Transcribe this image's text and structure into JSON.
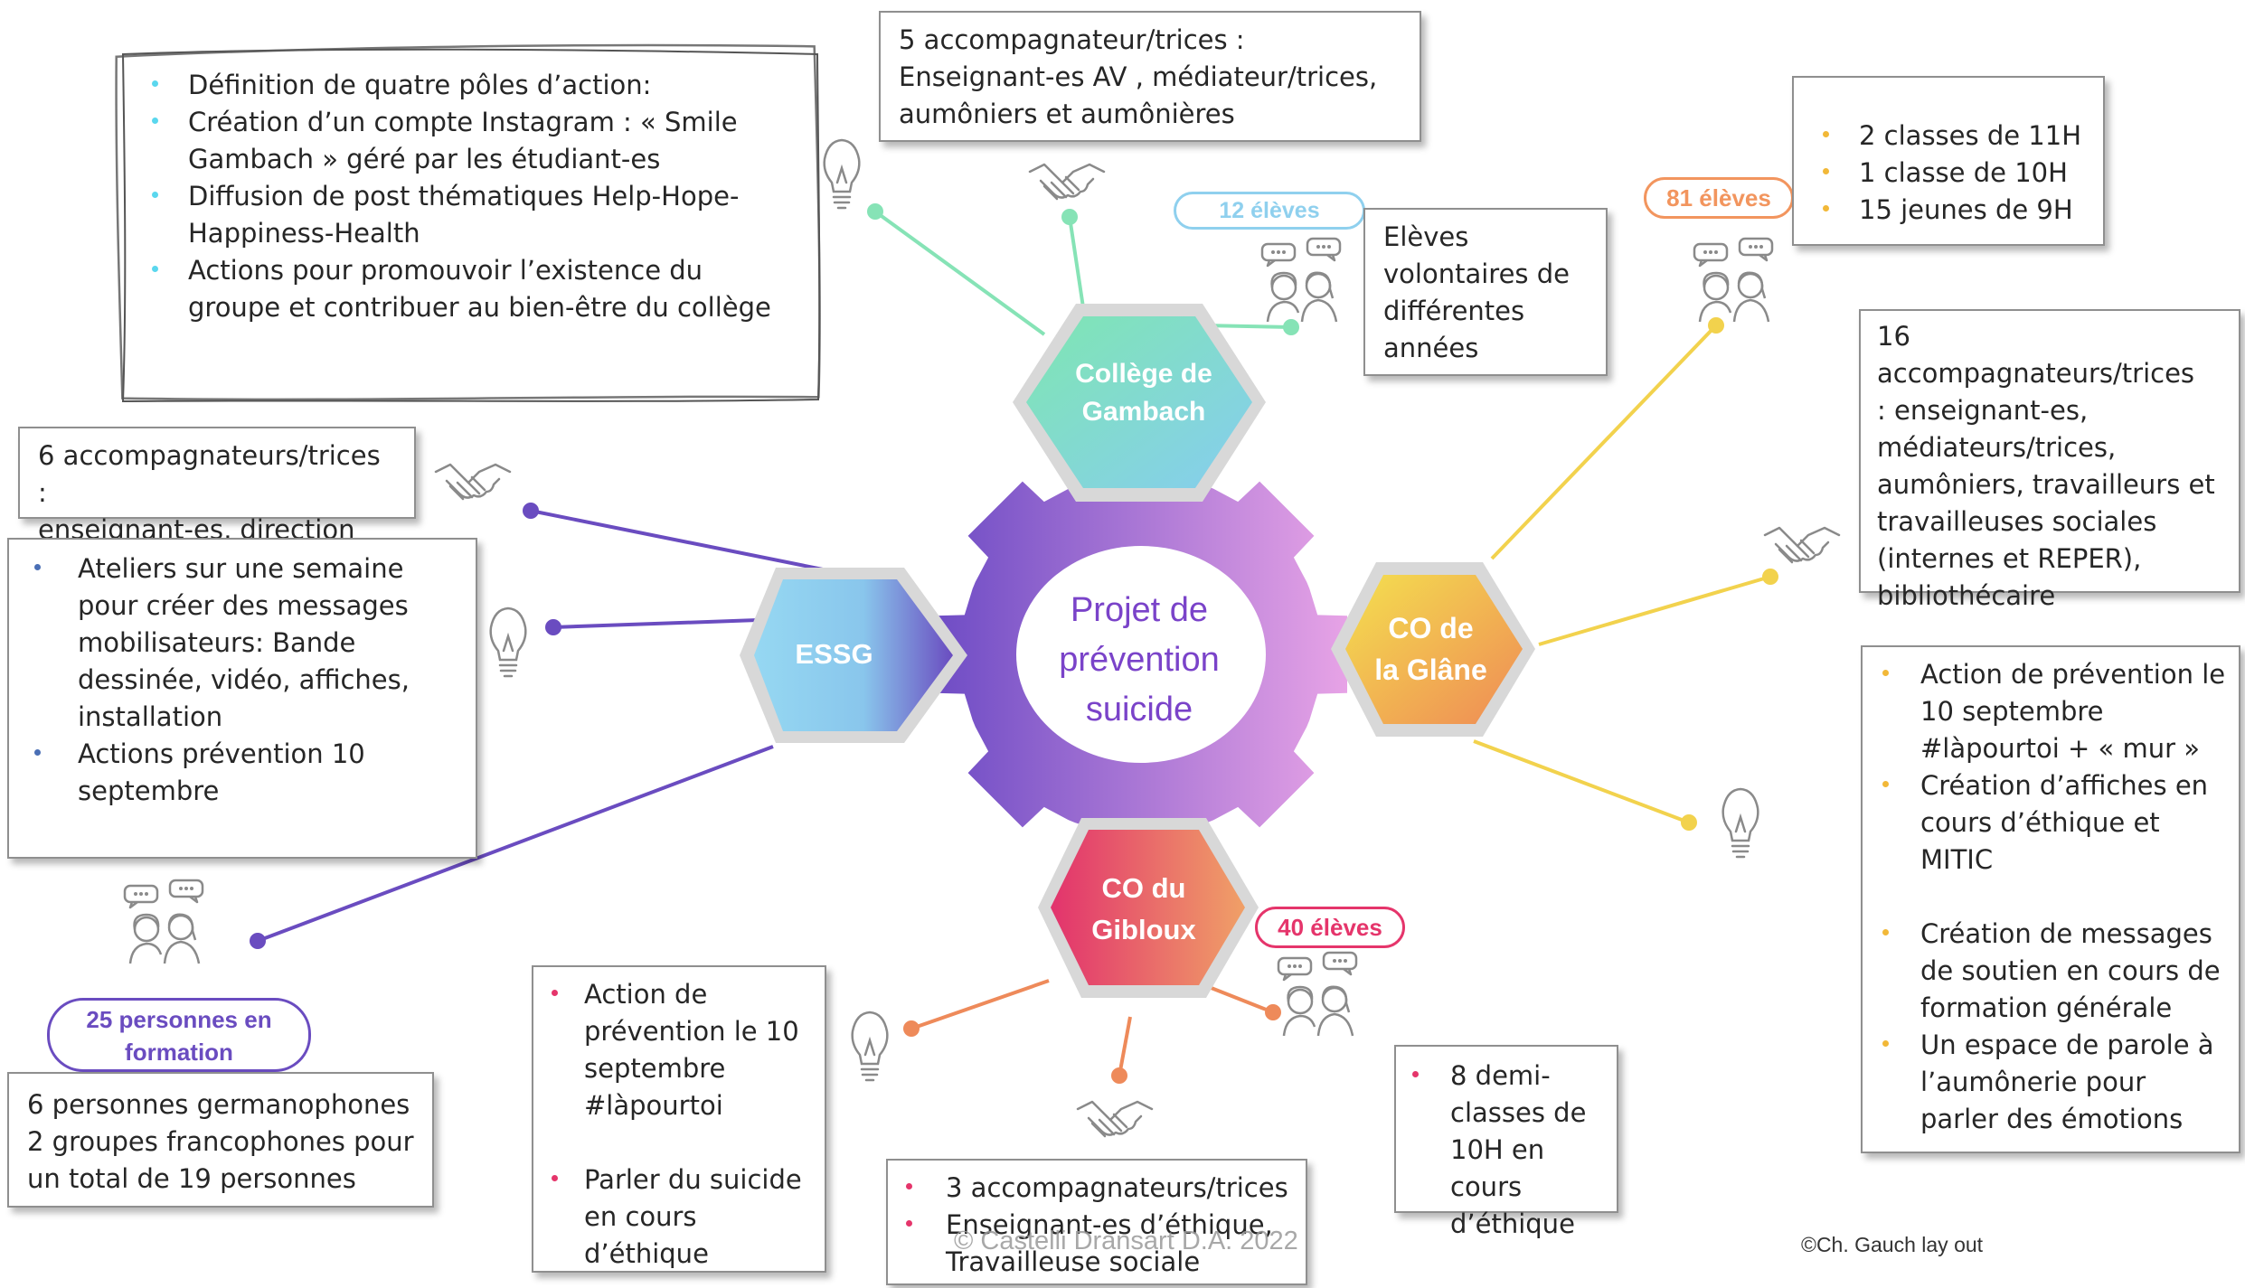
{
  "center": {
    "title_lines": [
      "Projet de",
      "prévention",
      "suicide"
    ]
  },
  "colors": {
    "gambach": "#72d6b3",
    "essg": "#6a4cc0",
    "glane": "#f2d24d",
    "gibloux": "#ee8a5a",
    "pill_blue": "#8fd0ee",
    "pill_orange": "#f2955e",
    "pill_pink": "#e5356b",
    "pill_purple": "#6a4cc0"
  },
  "hubs": {
    "gambach": {
      "label": [
        "Collège de",
        "Gambach"
      ]
    },
    "essg": {
      "label": [
        "ESSG"
      ]
    },
    "glane": {
      "label": [
        "CO de",
        "la Glâne"
      ]
    },
    "gibloux": {
      "label": [
        "CO du",
        "Gibloux"
      ]
    }
  },
  "gambach": {
    "actions": [
      "Définition de quatre pôles d’action:",
      "Création d’un compte Instagram : « Smile Gambach » géré par les étudiant-es",
      "Diffusion de post thématiques Help-Hope-Happiness-Health",
      "Actions pour promouvoir l’existence du groupe et contribuer au bien-être du collège"
    ],
    "staff": [
      "5 accompagnateur/trices :",
      "Enseignant-es AV , médiateur/trices,",
      "aumôniers et aumônières"
    ],
    "pill": "12 élèves",
    "students": [
      "Elèves",
      "volontaires de",
      "différentes",
      "années"
    ]
  },
  "essg": {
    "staff": [
      "6 accompagnateurs/trices :",
      "enseignant-es, direction"
    ],
    "actions": [
      "Ateliers sur une semaine pour créer des messages mobilisateurs: Bande dessinée, vidéo, affiches, installation",
      "Actions prévention 10 septembre"
    ],
    "pill": [
      "25 personnes en",
      "formation"
    ],
    "students": [
      "6 personnes germanophones",
      "2 groupes francophones pour",
      "un total de 19 personnes"
    ]
  },
  "glane": {
    "pill": "81 élèves",
    "students": [
      "2 classes de 11H",
      "1 classe de 10H",
      "15 jeunes de 9H"
    ],
    "staff": [
      "16 accompagnateurs/trices",
      ": enseignant-es,",
      "médiateurs/trices,",
      "aumôniers, travailleurs et",
      "travailleuses sociales",
      "(internes et REPER),",
      "bibliothécaire"
    ],
    "actions": [
      "Action de prévention le 10 septembre #làpourtoi + « mur »",
      "Création d’affiches en cours d’éthique et MITIC",
      "Création de messages de soutien en cours de formation générale",
      "Un espace de parole à l’aumônerie pour parler des émotions"
    ]
  },
  "gibloux": {
    "pill": "40 élèves",
    "actions": [
      "Action de prévention le 10 septembre #làpourtoi",
      "Parler du suicide en cours d’éthique"
    ],
    "staff": [
      "3 accompagnateurs/trices",
      "Enseignant-es d’éthique, Travailleuse sociale"
    ],
    "students": [
      "8 demi- classes de 10H en cours d’éthique"
    ]
  },
  "credits": {
    "copyright": "© Castelli Dransart D.A. 2022",
    "layout": "©Ch. Gauch lay out"
  }
}
